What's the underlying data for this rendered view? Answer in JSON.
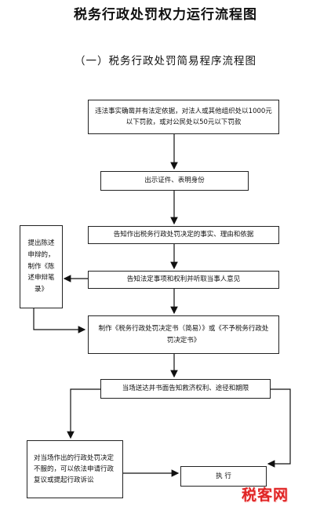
{
  "title": "税务行政处罚权力运行流程图",
  "subtitle": "（一）税务行政处罚简易程序流程图",
  "nodes": {
    "step1": "违法事实确凿并有法定依据，对法人或其他组织处以1000元以下罚款，或对公民处以50元以下罚款",
    "step2": "出示证件、表明身份",
    "step3": "告知作出税务行政处罚决定的事实、理由和依据",
    "step4": "告知法定事项和权利并听取当事人意见",
    "side_statement": "提出陈述申辩的，制作《陈述申辩笔录》",
    "step5": "制作《税务行政处罚决定书（简易）》或《不予税务行政处罚决定书》",
    "step6": "当场送达并书面告知救济权利、途径和期限",
    "appeal": "对当场作出的行政处罚决定不服的，可以依法申请行政复议或提起行政诉讼",
    "execute": "执 行"
  },
  "watermark": "税客网"
}
